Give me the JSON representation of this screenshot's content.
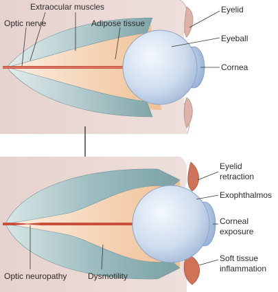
{
  "colors": {
    "orbit_background": "#ead7d3",
    "bone_wall": "#dcc0bb",
    "muscle": "#8fb1b5",
    "muscle_light": "#c7dadb",
    "adipose": "#f2c9a4",
    "eyeball": "#c9d9ee",
    "cornea": "#9fb7da",
    "nerve": "#c94f3d",
    "soft_tissue": "#cc6b4f",
    "leader_line": "#333333"
  },
  "top_panel": {
    "labels": {
      "extraocular_muscles": "Extraocular muscles",
      "optic_nerve": "Optic nerve",
      "adipose_tissue": "Adipose tissue",
      "eyelid": "Eyelid",
      "eyeball": "Eyeball",
      "cornea": "Cornea"
    }
  },
  "arrow": {
    "icon": "down-arrow-icon"
  },
  "bottom_panel": {
    "labels": {
      "eyelid_retraction": [
        "Eyelid",
        "retraction"
      ],
      "exophthalmos": "Exophthalmos",
      "corneal_exposure": [
        "Corneal",
        "exposure"
      ],
      "optic_neuropathy": "Optic neuropathy",
      "dysmotility": "Dysmotility",
      "soft_tissue_inflammation": [
        "Soft tissue",
        "inflammation"
      ]
    }
  }
}
